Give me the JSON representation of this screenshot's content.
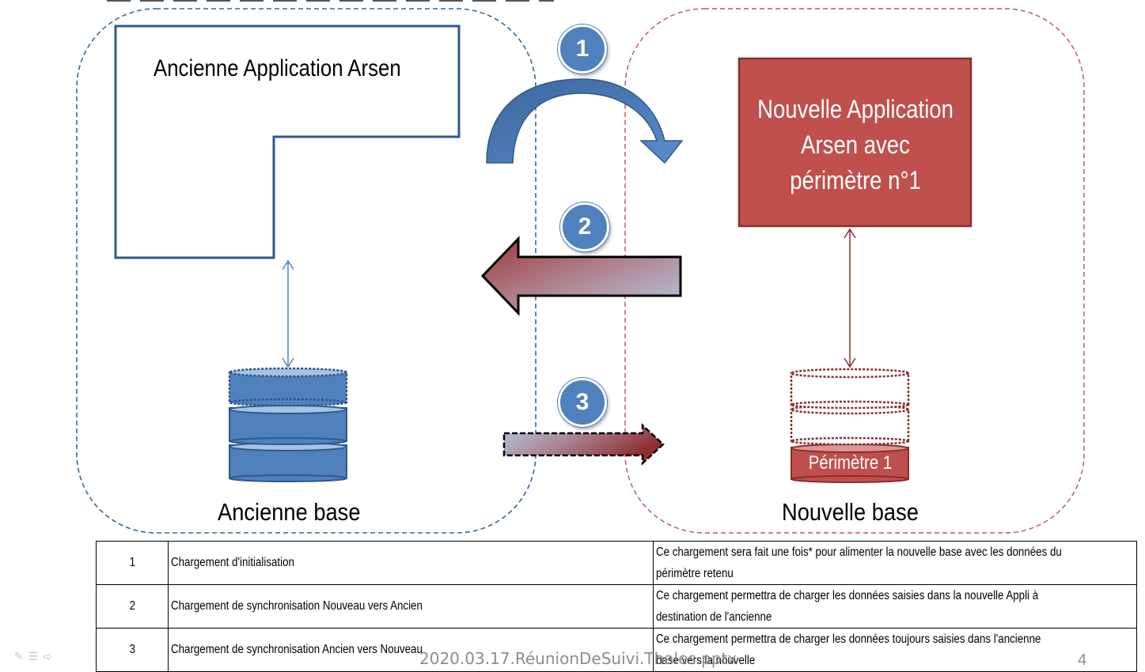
{
  "old_app": {
    "title": "Ancienne Application Arsen"
  },
  "new_app": {
    "title_lines": [
      "Nouvelle Application",
      "Arsen avec",
      "périmètre n°1"
    ]
  },
  "old_base": {
    "label": "Ancienne base"
  },
  "new_base": {
    "label": "Nouvelle base",
    "segment_label": "Périmètre 1"
  },
  "steps": [
    {
      "number": "1",
      "label": "Chargement d'initialisation",
      "description_lines": [
        "Ce chargement sera fait une fois* pour alimenter la nouvelle base avec les données du",
        "périmètre retenu"
      ]
    },
    {
      "number": "2",
      "label": "Chargement de synchronisation Nouveau vers Ancien",
      "description_lines": [
        "Ce chargement permettra de charger les données saisies dans la nouvelle Appli à",
        "destination de l'ancienne"
      ]
    },
    {
      "number": "3",
      "label": "Chargement de synchronisation Ancien vers Nouveau",
      "description_lines": [
        "Ce chargement permettra de charger les données toujours saisies dans l'ancienne",
        "base vers la nouvelle"
      ]
    }
  ],
  "footer": {
    "filename": "2020.03.17.RéunionDeSuivi.Thales.pptx",
    "page_number": "4"
  },
  "colors": {
    "blue": "#4f81bd",
    "blue_dark": "#2f5a8a",
    "red": "#c0504d",
    "red_dark": "#8b2e2c"
  }
}
